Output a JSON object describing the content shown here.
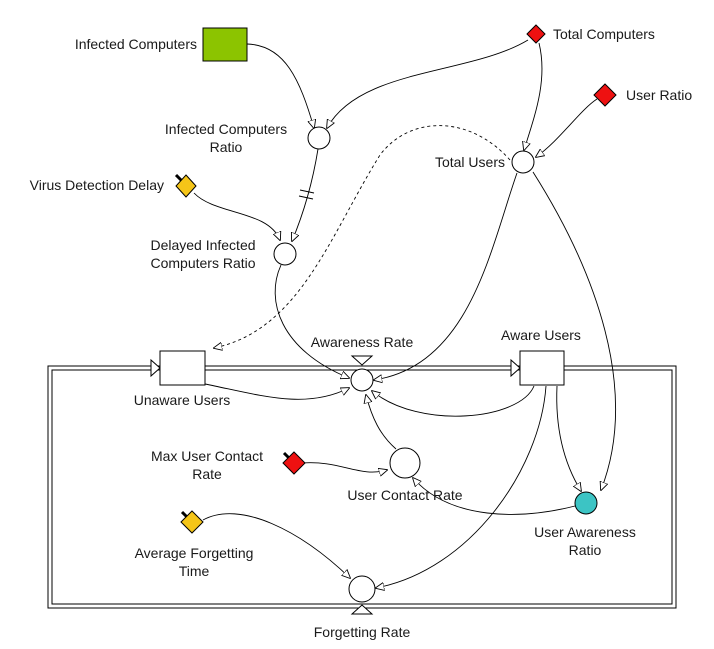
{
  "colors": {
    "stock_infected": "#8cc400",
    "constant_red": "#ee1111",
    "constant_yellow": "#f5c518",
    "aux_awareness": "#3cc4c4",
    "line": "#000000"
  },
  "labels": {
    "infected_computers": "Infected Computers",
    "infected_computers_ratio_l1": "Infected Computers",
    "infected_computers_ratio_l2": "Ratio",
    "total_computers": "Total Computers",
    "user_ratio": "User Ratio",
    "total_users": "Total Users",
    "virus_detection_delay": "Virus Detection Delay",
    "delayed_ratio_l1": "Delayed Infected",
    "delayed_ratio_l2": "Computers Ratio",
    "awareness_rate": "Awareness Rate",
    "aware_users": "Aware Users",
    "unaware_users": "Unaware Users",
    "max_contact_l1": "Max User Contact",
    "max_contact_l2": "Rate",
    "user_contact_rate": "User Contact Rate",
    "user_awareness_l1": "User Awareness",
    "user_awareness_l2": "Ratio",
    "avg_forgetting_l1": "Average Forgetting",
    "avg_forgetting_l2": "Time",
    "forgetting_rate": "Forgetting Rate"
  }
}
